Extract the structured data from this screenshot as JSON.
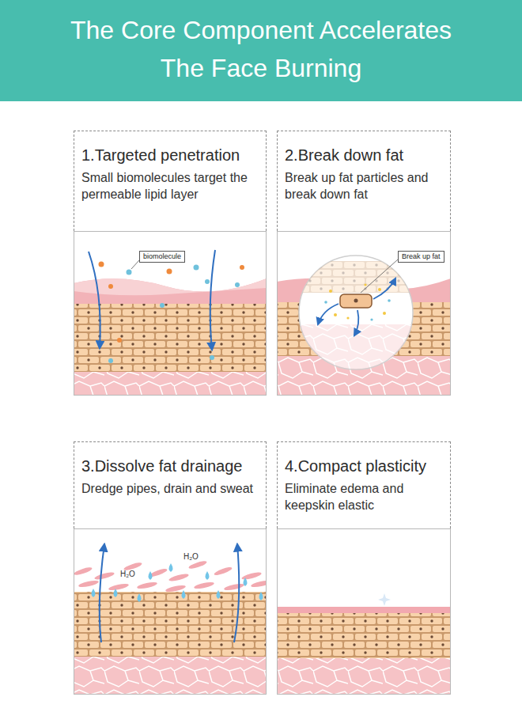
{
  "diagram": {
    "title": "The Core Component Accelerates The Face Burning",
    "nodes": [
      {
        "text": [
          "1.Targeted penetration",
          "Small biomolecules target the permeable lipid layer"
        ]
      },
      {
        "text": [
          "biomolecule"
        ]
      },
      {
        "text": [
          "2.Break down fat",
          "Break up fat particles and break down fat"
        ]
      },
      {
        "text": [
          "Break up fat"
        ]
      },
      {
        "text": [
          "3.Dissolve fat drainage",
          "Dredge pipes, drain and sweat"
        ]
      },
      {
        "text": [
          "4.Compact plasticity",
          "Eliminate edema and keepskin elastic"
        ]
      }
    ],
    "labels": [
      "H₂O",
      "H₂O"
    ]
  }
}
